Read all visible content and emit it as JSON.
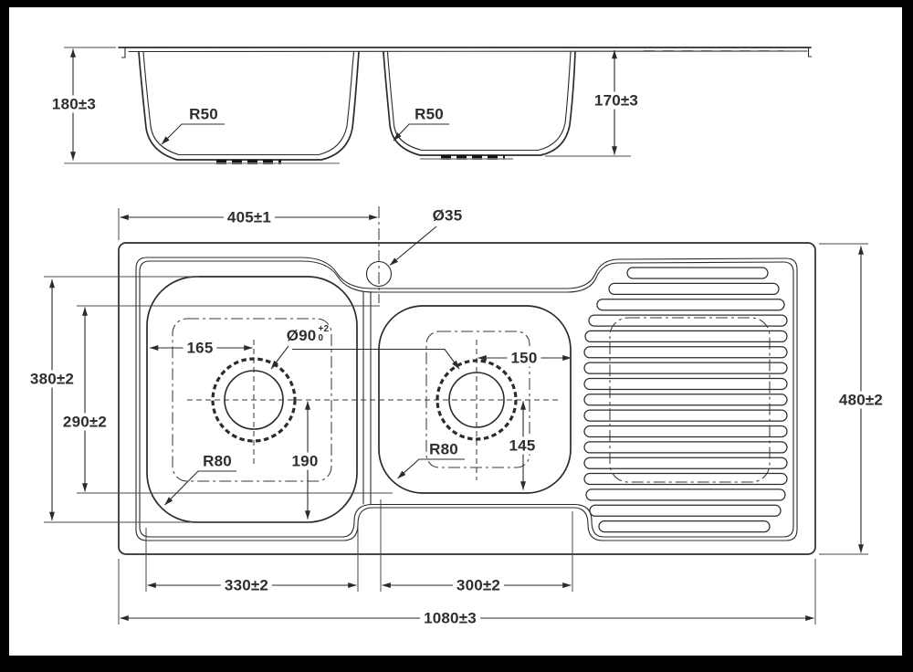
{
  "drawing": {
    "title": "double-bowl-sink-with-drainer-technical-drawing",
    "colors": {
      "line": "#2b2b2b",
      "paper": "#ffffff",
      "frame": "#000000"
    },
    "elevation": {
      "bowl1_depth": "180±3",
      "bowl2_depth": "170±3",
      "bowl1_bottom_radius": "R50",
      "bowl2_bottom_radius": "R50"
    },
    "plan": {
      "tap_hole_offset": "405±1",
      "tap_hole_diameter": "Ø35",
      "bowl1_outer_length": "380±2",
      "bowl2_length": "290±2",
      "drain1_offset_x": "165",
      "drain_diameter": "Ø90",
      "drain_tol_plus": "+2",
      "drain_tol_minus": "0",
      "drain2_offset_x": "150",
      "drain1_offset_y": "190",
      "drain2_offset_y": "145",
      "bowl1_corner_radius": "R80",
      "bowl2_corner_radius": "R80",
      "bowl1_width": "330±2",
      "bowl2_width": "300±2",
      "overall_width": "1080±3",
      "overall_depth": "480±2"
    }
  }
}
